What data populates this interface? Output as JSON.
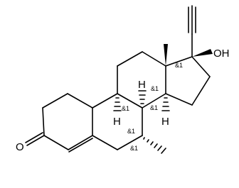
{
  "molecule": {
    "atom_labels": {
      "oxygen_ketone": "O",
      "hydroxyl": "OH",
      "h_c8": "H",
      "h_c9": "H",
      "h_c14": "H"
    },
    "stereo_labels": {
      "c17": "&1",
      "c13": "&1",
      "c9": "&1",
      "c8": "&1",
      "c14": "&1",
      "c7": "&1"
    }
  }
}
